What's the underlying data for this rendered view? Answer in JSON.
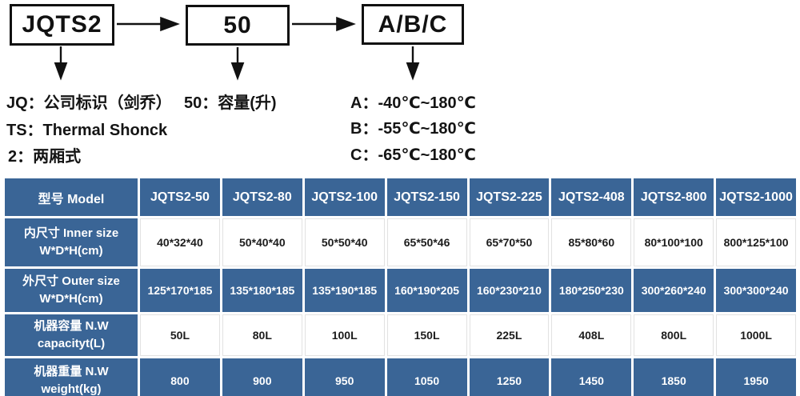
{
  "diagram": {
    "boxes": [
      {
        "label": "JQTS2"
      },
      {
        "label": "50"
      },
      {
        "label": "A/B/C"
      }
    ],
    "notes_left": [
      "JQ：公司标识（剑乔）",
      "TS：Thermal Shonck",
      "2：两厢式"
    ],
    "note_mid": "50：容量(升)",
    "notes_right": [
      "A：-40℃~180℃",
      "B：-55℃~180℃",
      "C：-65℃~180℃"
    ]
  },
  "table": {
    "columns": [
      "型号 Model",
      "JQTS2-50",
      "JQTS2-80",
      "JQTS2-100",
      "JQTS2-150",
      "JQTS2-225",
      "JQTS2-408",
      "JQTS2-800",
      "JQTS2-1000"
    ],
    "rows": [
      {
        "label_cn": "内尺寸 Inner size",
        "label_en": "W*D*H(cm)",
        "style": "light",
        "values": [
          "40*32*40",
          "50*40*40",
          "50*50*40",
          "65*50*46",
          "65*70*50",
          "85*80*60",
          "80*100*100",
          "800*125*100"
        ]
      },
      {
        "label_cn": "外尺寸 Outer size",
        "label_en": "W*D*H(cm)",
        "style": "dark",
        "values": [
          "125*170*185",
          "135*180*185",
          "135*190*185",
          "160*190*205",
          "160*230*210",
          "180*250*230",
          "300*260*240",
          "300*300*240"
        ]
      },
      {
        "label_cn": "机器容量 N.W",
        "label_en": "capacityt(L)",
        "style": "light",
        "values": [
          "50L",
          "80L",
          "100L",
          "150L",
          "225L",
          "408L",
          "800L",
          "1000L"
        ]
      },
      {
        "label_cn": "机器重量 N.W",
        "label_en": "weight(kg)",
        "style": "dark",
        "values": [
          "800",
          "900",
          "950",
          "1050",
          "1250",
          "1450",
          "1850",
          "1950"
        ]
      }
    ]
  },
  "colors": {
    "table_blue": "#3a6596",
    "border_black": "#111111",
    "text_dark": "#1a1a1a",
    "text_light": "#ffffff"
  }
}
